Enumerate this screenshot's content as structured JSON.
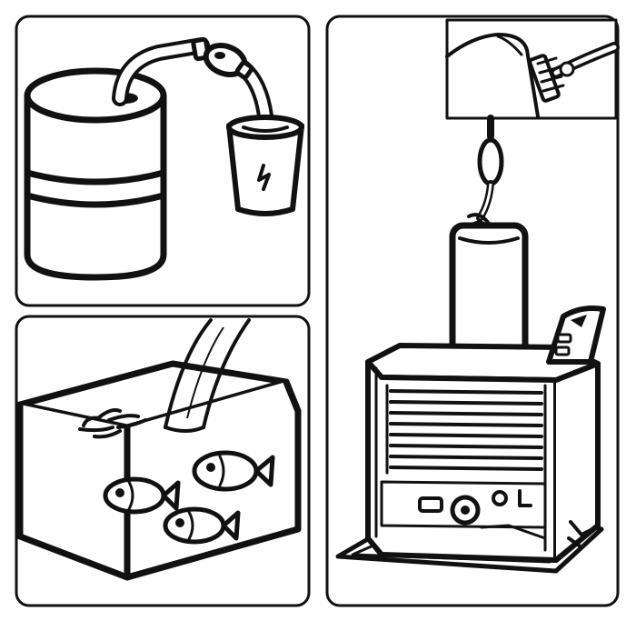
{
  "figure": {
    "panels": [
      {
        "id": "siphon-drum",
        "subject": "drum-with-siphon-hose-into-cup"
      },
      {
        "id": "fish-tank",
        "subject": "liquid-poured-into-fish-tank"
      },
      {
        "id": "heater-refill",
        "subject": "fuel-tank-on-heater-with-hose-detail"
      }
    ],
    "colors": {
      "ink": "#111111",
      "paper": "#ffffff",
      "panel_border": "#111111"
    }
  }
}
